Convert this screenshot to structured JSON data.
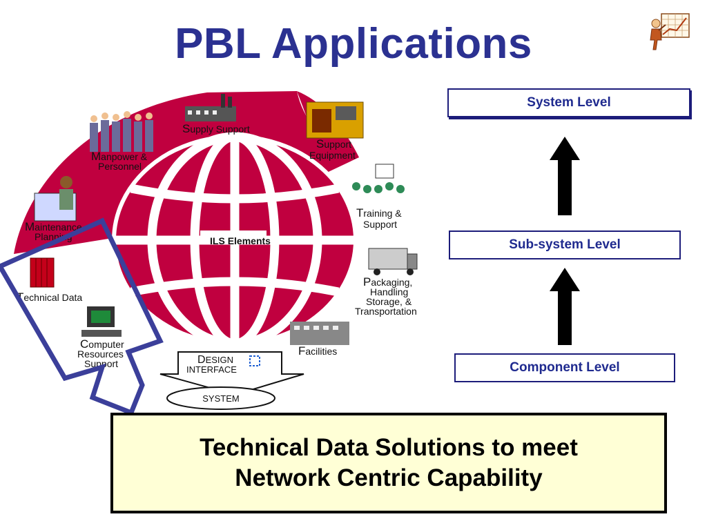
{
  "title": "PBL Applications",
  "colors": {
    "title": "#2b3191",
    "globe": "#c0003f",
    "arrow_outline": "#3b3f9a",
    "callout_bg": "#ffffd6"
  },
  "globe": {
    "center_label": "ILS Elements"
  },
  "ils_elements": [
    {
      "initial": "S",
      "rest": "upply Support",
      "line2": ""
    },
    {
      "initial": "S",
      "rest": "upport",
      "line2": "Equipment"
    },
    {
      "initial": "M",
      "rest": "anpower &",
      "line2": "Personnel"
    },
    {
      "initial": "T",
      "rest": "raining &",
      "line2": "Support"
    },
    {
      "initial": "M",
      "rest": "aintenance",
      "line2": "Planning"
    },
    {
      "initial": "P",
      "rest": "ackaging,",
      "line2": "Handling",
      "line3": "Storage, &",
      "line4": "Transportation"
    },
    {
      "initial": "T",
      "rest": "echnical Data",
      "line2": ""
    },
    {
      "initial": "C",
      "rest": "omputer",
      "line2": "Resources",
      "line3": "Support"
    },
    {
      "initial": "F",
      "rest": "acilities",
      "line2": ""
    }
  ],
  "design_interface": {
    "initial": "D",
    "rest": "ESIGN",
    "line2": "INTERFACE"
  },
  "system_label": "SYSTEM",
  "levels": {
    "system": "System Level",
    "subsystem": "Sub-system Level",
    "component": "Component Level"
  },
  "callout": {
    "line1": "Technical Data Solutions to meet",
    "line2": "Network Centric Capability"
  }
}
